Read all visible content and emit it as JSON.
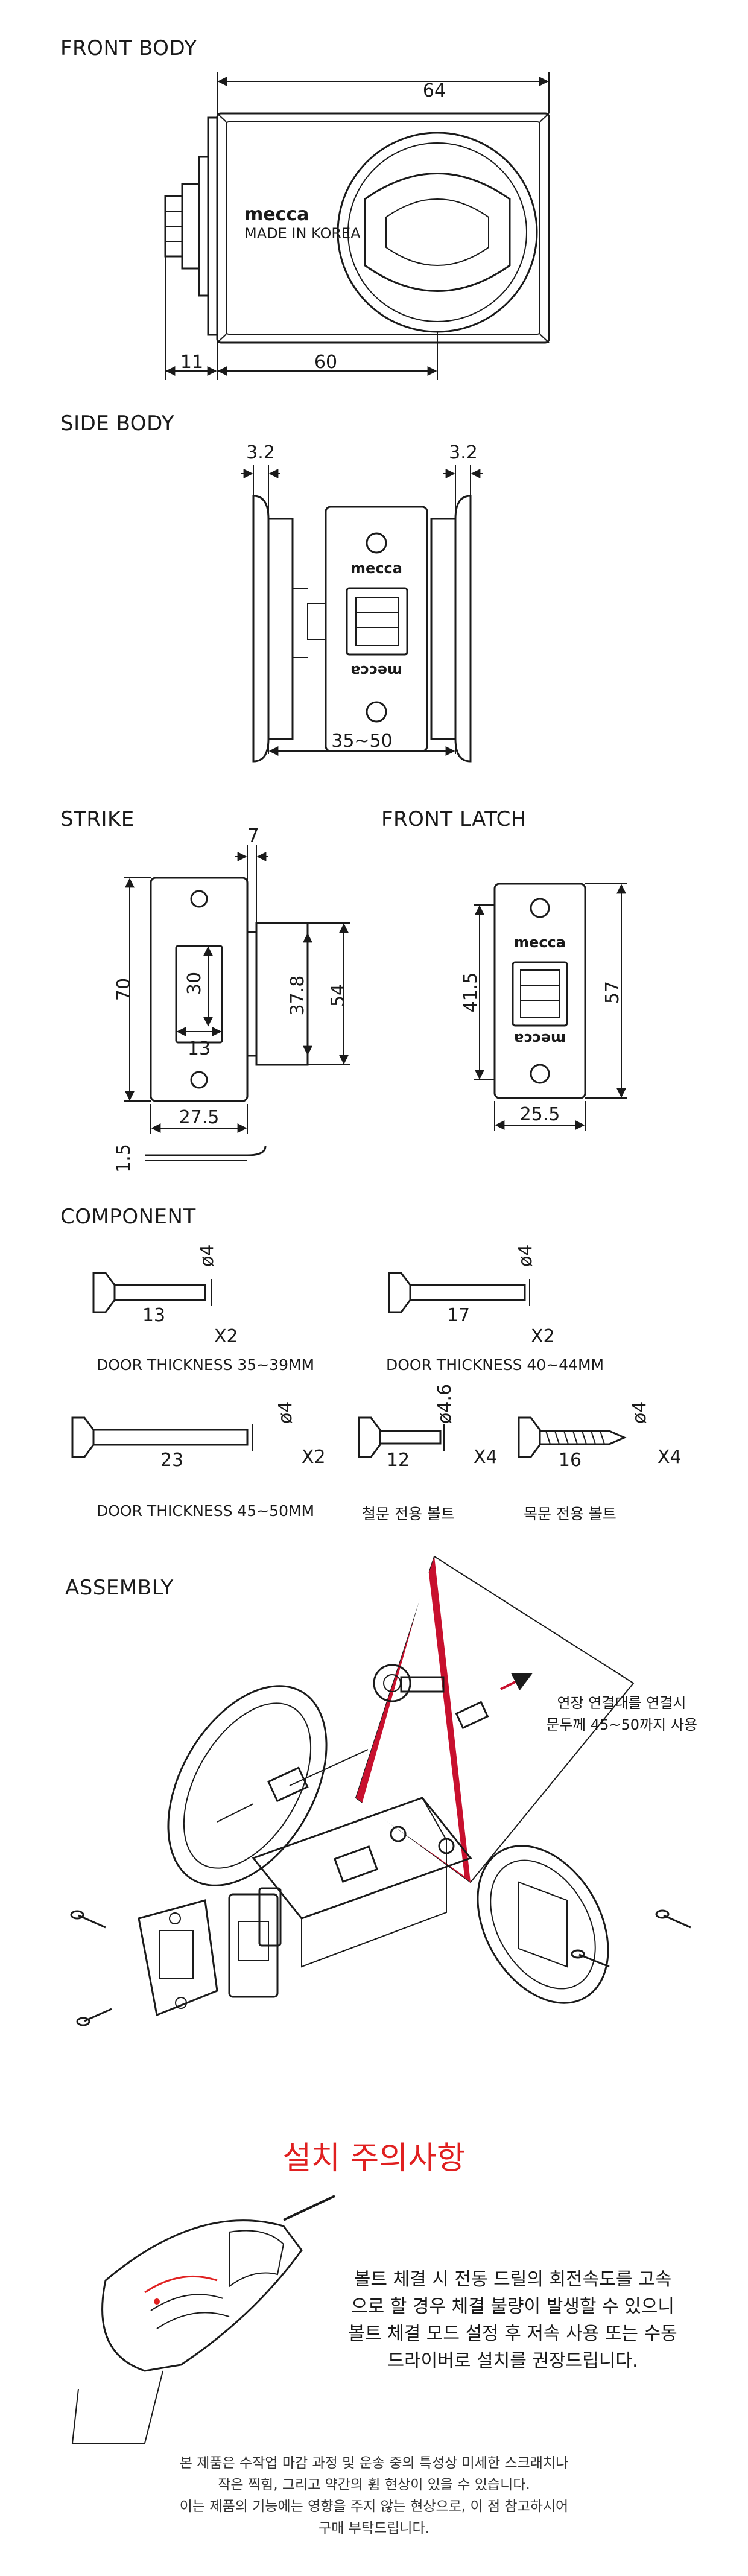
{
  "sections": {
    "front_body": "FRONT BODY",
    "side_body": "SIDE BODY",
    "strike": "STRIKE",
    "front_latch": "FRONT LATCH",
    "component": "COMPONENT",
    "assembly": "ASSEMBLY"
  },
  "brand": {
    "logo": "mecca",
    "made_in": "MADE IN KOREA"
  },
  "front_body_dims": {
    "width": "64",
    "backset": "60",
    "spindle": "11"
  },
  "side_body_dims": {
    "left_plate": "3.2",
    "right_plate": "3.2",
    "range": "35~50"
  },
  "strike_dims": {
    "slot_width": "7",
    "height": "70",
    "opening": "30",
    "opening_width": "13",
    "inner_height": "37.8",
    "box_height": "54",
    "width": "27.5",
    "thickness": "1.5"
  },
  "latch_dims": {
    "inner_height": "41.5",
    "height": "57",
    "width": "25.5"
  },
  "components": [
    {
      "length": "13",
      "dia": "4",
      "qty": "X2",
      "caption": "DOOR THICKNESS 35~39MM"
    },
    {
      "length": "17",
      "dia": "4",
      "qty": "X2",
      "caption": "DOOR THICKNESS 40~44MM"
    },
    {
      "length": "23",
      "dia": "4",
      "qty": "X2",
      "caption": "DOOR THICKNESS 45~50MM"
    },
    {
      "length": "12",
      "dia": "4.6",
      "qty": "X4",
      "caption": "철문 전용 볼트"
    },
    {
      "length": "16",
      "dia": "4",
      "qty": "X4",
      "caption": "목문 전용 볼트"
    }
  ],
  "assembly_callout": [
    "연장 연결대를 연결시",
    "문두께 45~50까지 사용"
  ],
  "warning": {
    "title": "설치 주의사항",
    "lines": [
      "볼트 체결 시 전동 드릴의 회전속도를 고속",
      "으로 할 경우 체결 불량이 발생할 수 있으니",
      "볼트 체결 모드 설정 후 저속 사용 또는 수동",
      "드라이버로 설치를 권장드립니다."
    ]
  },
  "note_lines": [
    "본 제품은 수작업 마감 과정 및 운송 중의 특성상 미세한 스크래치나",
    "작은 찍힘, 그리고 약간의 휨 현상이 있을 수 있습니다.",
    "이는 제품의 기능에는 영향을 주지 않는 현상으로, 이 점 참고하시어",
    "구매 부탁드립니다."
  ],
  "colors": {
    "ink": "#1a1a1a",
    "accent": "#e02020",
    "callout_red": "#c8102e"
  }
}
